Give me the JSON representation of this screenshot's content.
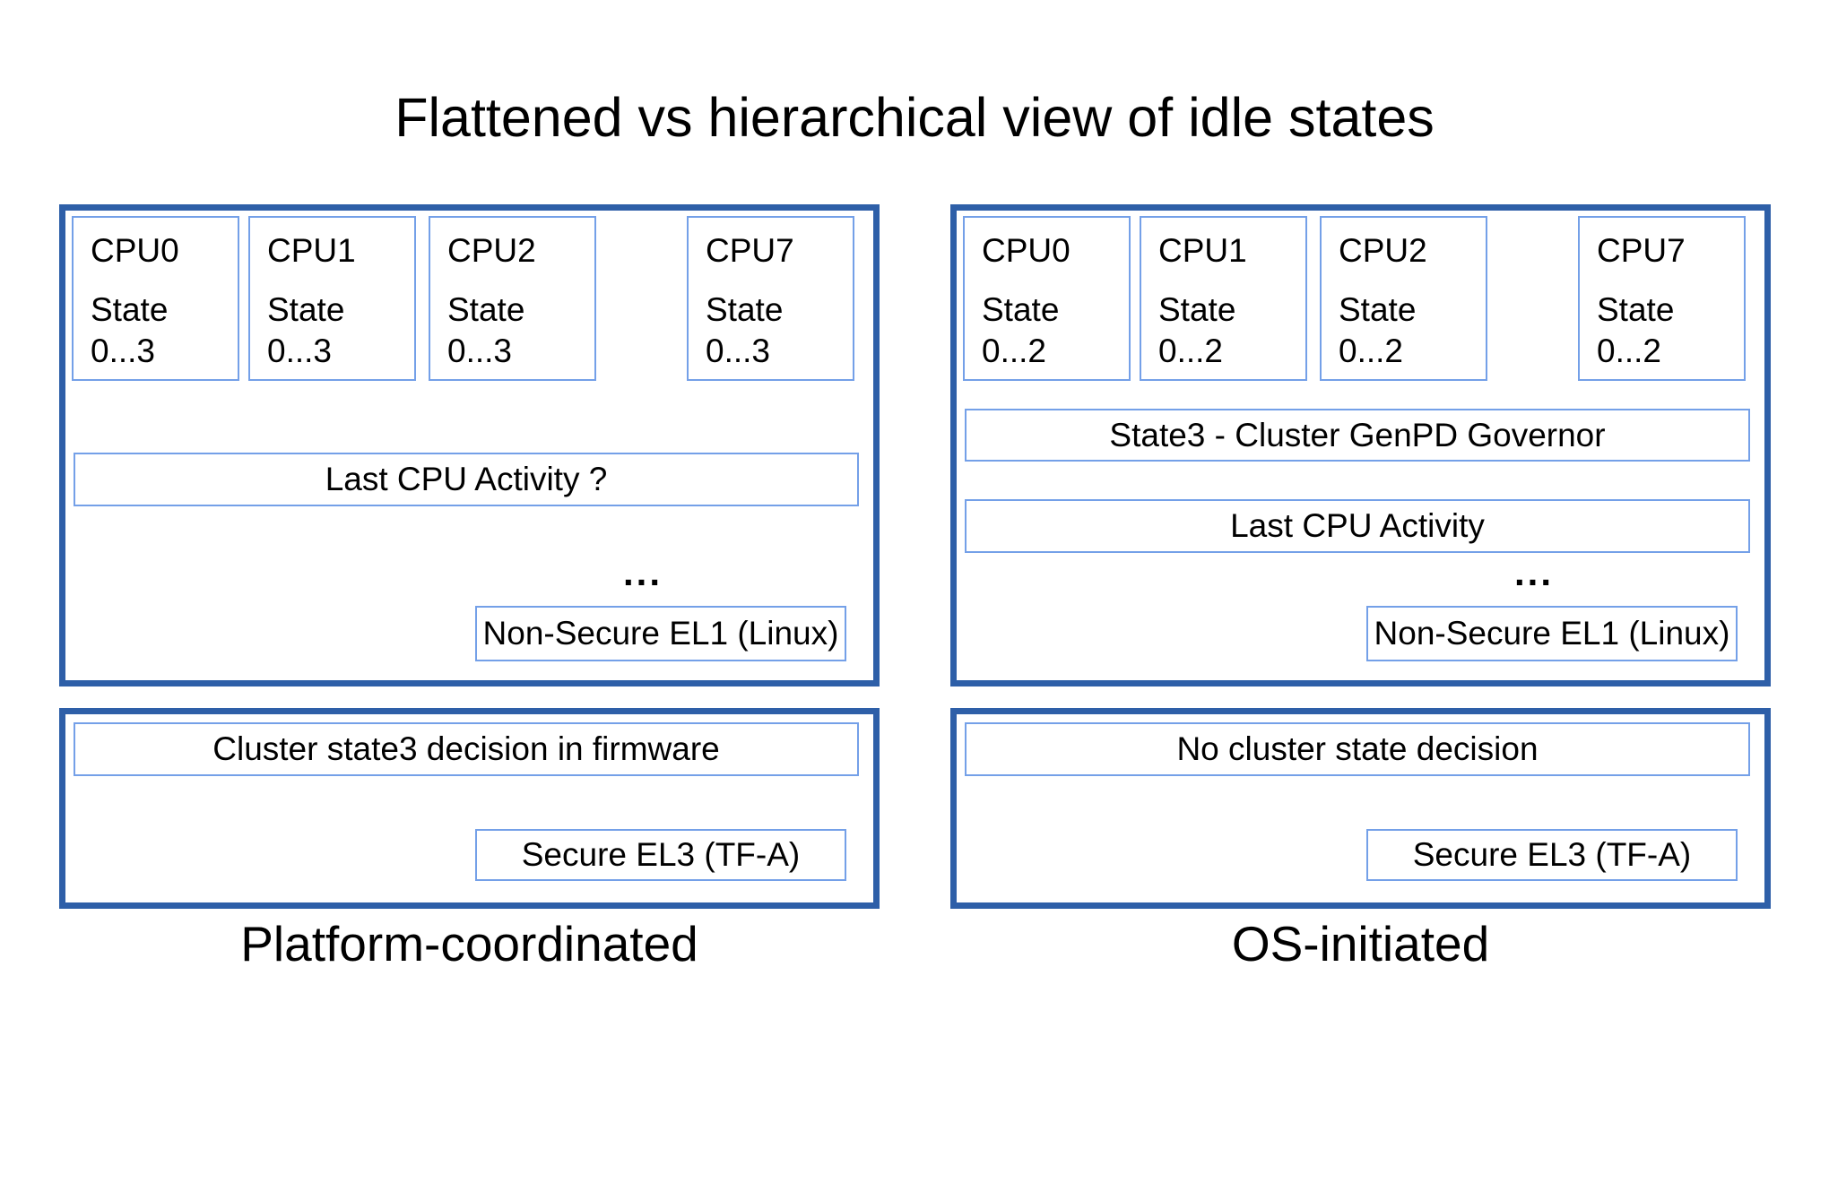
{
  "title": "Flattened vs hierarchical view of idle states",
  "ellipsis": "...",
  "colors": {
    "outer_border": "#2e5fa8",
    "inner_border": "#74a0e8",
    "text": "#000000",
    "background": "#ffffff"
  },
  "panels": [
    {
      "label": "Platform-coordinated",
      "cpus": [
        {
          "name": "CPU0",
          "state_label": "State",
          "state_range": "0...3"
        },
        {
          "name": "CPU1",
          "state_label": "State",
          "state_range": "0...3"
        },
        {
          "name": "CPU2",
          "state_label": "State",
          "state_range": "0...3"
        },
        {
          "name": "CPU7",
          "state_label": "State",
          "state_range": "0...3"
        }
      ],
      "os_bars": [
        "Last CPU Activity ?"
      ],
      "os_context": "Non-Secure EL1 (Linux)",
      "fw_bar": "Cluster state3 decision in firmware",
      "fw_context": "Secure EL3 (TF-A)"
    },
    {
      "label": "OS-initiated",
      "cpus": [
        {
          "name": "CPU0",
          "state_label": "State",
          "state_range": "0...2"
        },
        {
          "name": "CPU1",
          "state_label": "State",
          "state_range": "0...2"
        },
        {
          "name": "CPU2",
          "state_label": "State",
          "state_range": "0...2"
        },
        {
          "name": "CPU7",
          "state_label": "State",
          "state_range": "0...2"
        }
      ],
      "os_bars": [
        "State3 - Cluster GenPD Governor",
        "Last CPU Activity"
      ],
      "os_context": "Non-Secure EL1 (Linux)",
      "fw_bar": "No cluster state decision",
      "fw_context": "Secure EL3 (TF-A)"
    }
  ]
}
